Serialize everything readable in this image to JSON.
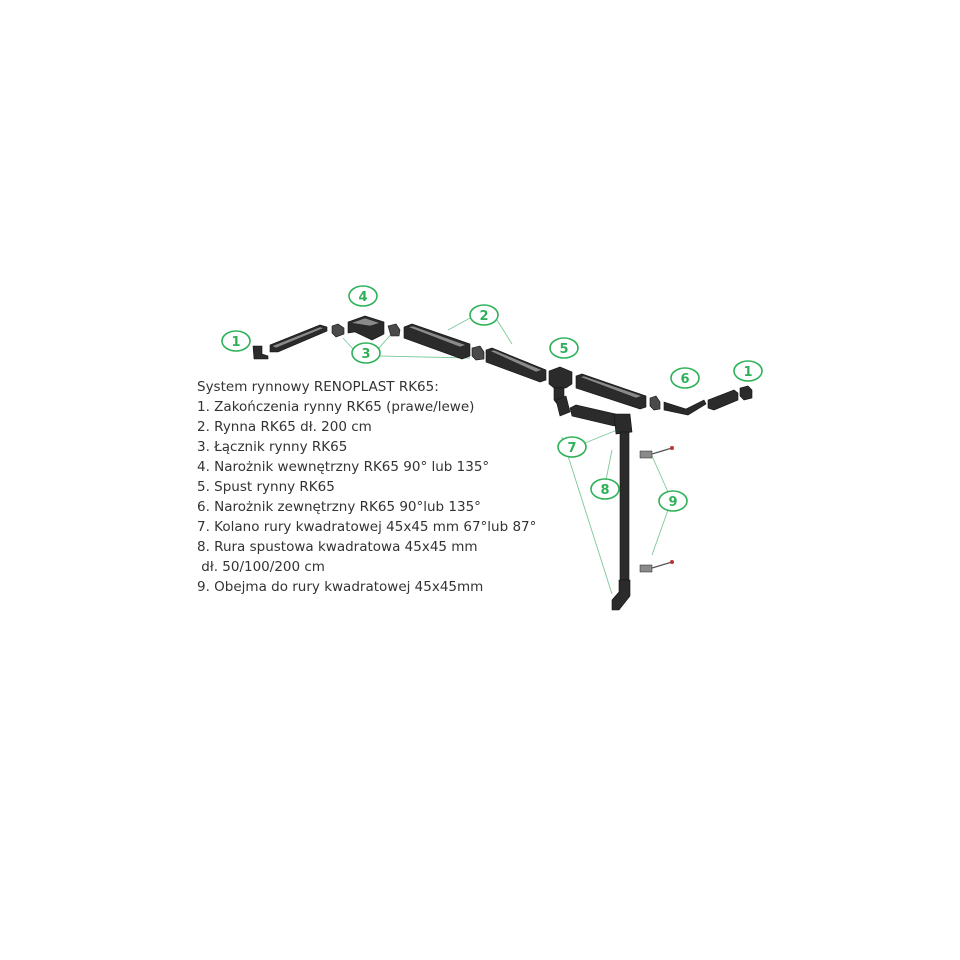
{
  "legend": {
    "title": "System rynnowy RENOPLAST RK65:",
    "items": [
      "1. Zakończenia rynny RK65 (prawe/lewe)",
      "2. Rynna RK65 dł. 200 cm",
      "3. Łącznik rynny RK65",
      "4. Narożnik wewnętrzny RK65 90° lub 135°",
      "5. Spust rynny RK65",
      "6. Narożnik zewnętrzny RK65 90°lub 135°",
      "7. Kolano rury kwadratowej 45x45 mm 67°lub 87°",
      "8. Rura spustowa kwadratowa 45x45 mm",
      " dł. 50/100/200 cm",
      "9. Obejma do rury kwadratowej 45x45mm"
    ]
  },
  "callouts": {
    "c1_left": "1",
    "c1_right": "1",
    "c2": "2",
    "c3": "3",
    "c4": "4",
    "c5": "5",
    "c6": "6",
    "c7": "7",
    "c8": "8",
    "c9": "9"
  },
  "colors": {
    "accent": "#2fb15a",
    "part": "#2b2b2b",
    "text": "#333333"
  }
}
